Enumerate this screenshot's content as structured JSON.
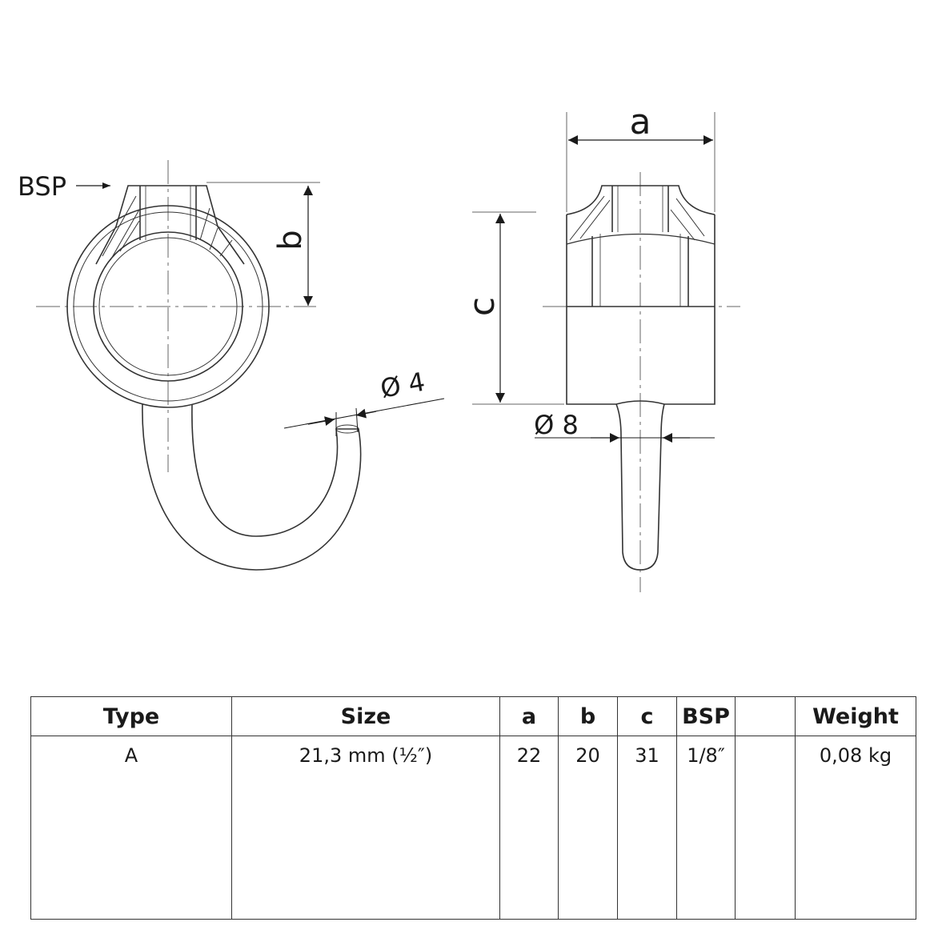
{
  "drawing": {
    "label_bsp": "BSP",
    "label_a": "a",
    "label_b": "b",
    "label_c": "c",
    "label_d4": "Ø 4",
    "label_d8": "Ø 8"
  },
  "table": {
    "headers": [
      "Type",
      "Size",
      "a",
      "b",
      "c",
      "BSP",
      "",
      "Weight"
    ],
    "rows": [
      [
        "A",
        "21,3 mm (½″)",
        "22",
        "20",
        "31",
        "1/8″",
        "",
        "0,08 kg"
      ]
    ]
  }
}
